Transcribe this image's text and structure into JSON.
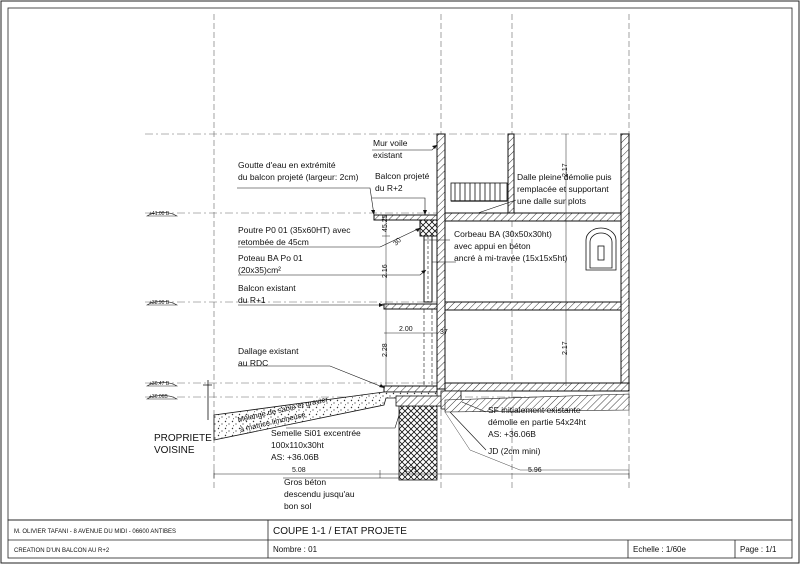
{
  "drawing": {
    "labels": {
      "mur_voile": [
        "Mur voile",
        "existant"
      ],
      "goutte": [
        "Goutte d'eau en extrémité",
        "du balcon projeté (largeur: 2cm)"
      ],
      "balcon_projete": [
        "Balcon projeté",
        "du R+2"
      ],
      "dalle_pleine": [
        "Dalle pleine démolie puis",
        "remplacée et supportant",
        "une dalle sur plots"
      ],
      "poutre": [
        "Poutre P0 01 (35x60HT) avec",
        "retombée de 45cm"
      ],
      "poteau": [
        "Poteau BA Po 01",
        "(20x35)cm²"
      ],
      "corbeau": [
        "Corbeau BA (30x50x30ht)",
        "avec appui en béton",
        "ancré à mi-travée (15x15x5ht)"
      ],
      "balcon_existant": [
        "Balcon existant",
        "du R+1"
      ],
      "dallage": [
        "Dallage existant",
        "au RDC"
      ],
      "melange": [
        "Mélange de sable et gravier",
        "à matrice limoneuse"
      ],
      "propriete": [
        "PROPRIETE",
        "VOISINE"
      ],
      "semelle": [
        "Semelle Si01 excentrée",
        "100x110x30ht",
        "AS: +36.06B"
      ],
      "sf": [
        "SF initialement existante",
        "démolie en partie 54x24ht",
        "AS: +36.06B"
      ],
      "jd": "JD (2cm mini)",
      "gros_beton": [
        "Gros béton",
        "descendu jusqu'au",
        "bon sol"
      ]
    },
    "levels": [
      "+41.00 B",
      "+38.90 B",
      "+36.47 B",
      "+36.06B"
    ],
    "dims": {
      "d_4525": "45.25",
      "d_30": "30",
      "d_216": "2.16",
      "d_200": "2.00",
      "d_37": "37",
      "d_228": "2.28",
      "d_217a": "2.17",
      "d_217b": "2.17",
      "d_508": "5.08",
      "d_171": "1.71",
      "d_596": "5.96"
    }
  },
  "title_block": {
    "author": "M. OLIVIER TAFANI - 8 AVENUE DU MIDI - 06600 ANTIBES",
    "project": "CREATION D'UN BALCON AU R+2",
    "sheet_title": "COUPE 1-1 / ETAT PROJETE",
    "nombre": "Nombre :   01",
    "echelle": "Echelle :    1/60e",
    "page": "Page :  1/1"
  }
}
